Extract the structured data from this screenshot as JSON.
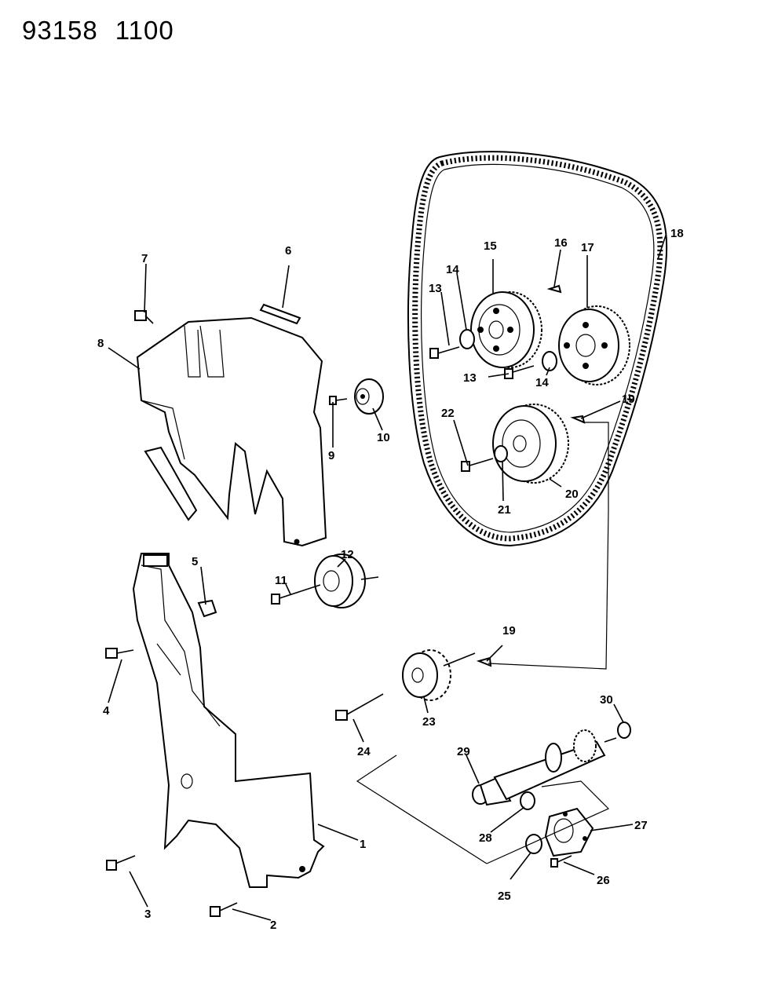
{
  "header": {
    "drawing_number": "93158",
    "sheet_code": "1100"
  },
  "callouts": [
    {
      "id": "1",
      "label": "1"
    },
    {
      "id": "2",
      "label": "2"
    },
    {
      "id": "3",
      "label": "3"
    },
    {
      "id": "4",
      "label": "4"
    },
    {
      "id": "5",
      "label": "5"
    },
    {
      "id": "6",
      "label": "6"
    },
    {
      "id": "7",
      "label": "7"
    },
    {
      "id": "8",
      "label": "8"
    },
    {
      "id": "9",
      "label": "9"
    },
    {
      "id": "10",
      "label": "10"
    },
    {
      "id": "11",
      "label": "11"
    },
    {
      "id": "12",
      "label": "12"
    },
    {
      "id": "13a",
      "label": "13"
    },
    {
      "id": "13b",
      "label": "13"
    },
    {
      "id": "14a",
      "label": "14"
    },
    {
      "id": "14b",
      "label": "14"
    },
    {
      "id": "15",
      "label": "15"
    },
    {
      "id": "16",
      "label": "16"
    },
    {
      "id": "17",
      "label": "17"
    },
    {
      "id": "18",
      "label": "18"
    },
    {
      "id": "19a",
      "label": "19"
    },
    {
      "id": "19b",
      "label": "19"
    },
    {
      "id": "20",
      "label": "20"
    },
    {
      "id": "21",
      "label": "21"
    },
    {
      "id": "22",
      "label": "22"
    },
    {
      "id": "23",
      "label": "23"
    },
    {
      "id": "24",
      "label": "24"
    },
    {
      "id": "25",
      "label": "25"
    },
    {
      "id": "26",
      "label": "26"
    },
    {
      "id": "27",
      "label": "27"
    },
    {
      "id": "28",
      "label": "28"
    },
    {
      "id": "29",
      "label": "29"
    },
    {
      "id": "30",
      "label": "30"
    }
  ]
}
